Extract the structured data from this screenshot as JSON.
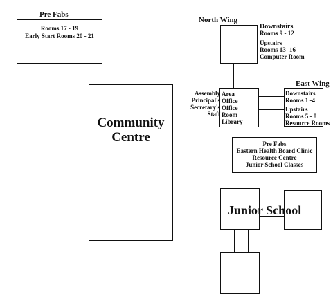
{
  "prefabs_top": {
    "title": "Pre Fabs",
    "line1": "Rooms 17 - 19",
    "line2": "Early Start Rooms 20 - 21"
  },
  "community_centre": {
    "line1": "Community",
    "line2": "Centre"
  },
  "north_wing": {
    "title": "North Wing",
    "downstairs": "Downstairs",
    "downstairs_rooms": "Rooms 9 - 12",
    "upstairs": "Upstairs",
    "upstairs_rooms": "Rooms 13 -16",
    "computer_room": "Computer Room"
  },
  "main_block": {
    "left_labels": [
      "Assembly",
      "Principal's",
      "Secretary's",
      "Staff"
    ],
    "inner_labels": [
      "Area",
      "Office",
      "Office",
      "Room",
      "Library"
    ]
  },
  "east_wing": {
    "title": "East Wing",
    "downstairs": "Downstairs",
    "downstairs_rooms": "Rooms 1 -4",
    "upstairs": "Upstairs",
    "upstairs_rooms": "Rooms 5 - 8",
    "resource_rooms": "Resource Rooms"
  },
  "prefabs_mid": {
    "title": "Pre Fabs",
    "line1": "Eastern Health Board Clinic",
    "line2": "Resource Centre",
    "line3": "Junior School Classes"
  },
  "junior_school": {
    "label": "Junior School"
  }
}
